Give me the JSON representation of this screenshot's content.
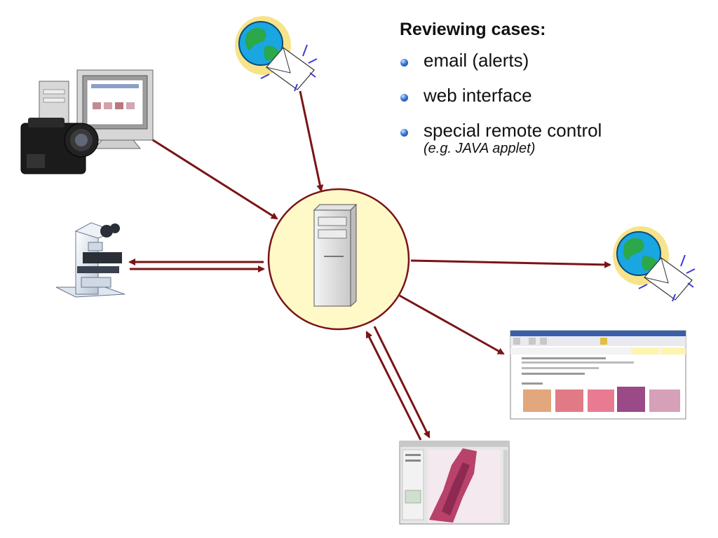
{
  "heading": "Reviewing cases:",
  "bullets": [
    {
      "text": "email (alerts)",
      "sub": ""
    },
    {
      "text": "web interface",
      "sub": ""
    },
    {
      "text": "special remote control",
      "sub": "(e.g. JAVA applet)"
    }
  ],
  "nodes": [
    {
      "id": "server",
      "icon": "server-tower-icon"
    },
    {
      "id": "camera-workstation",
      "icon": "digital-camera-and-computer-icon"
    },
    {
      "id": "email-globe-top",
      "icon": "globe-envelope-icon"
    },
    {
      "id": "microscope",
      "icon": "robotic-microscope-icon"
    },
    {
      "id": "email-globe-right",
      "icon": "globe-envelope-icon"
    },
    {
      "id": "web-interface",
      "icon": "web-case-page-screenshot-icon"
    },
    {
      "id": "remote-control",
      "icon": "java-applet-viewer-screenshot-icon"
    }
  ],
  "connections": [
    {
      "from": "camera-workstation",
      "to": "server",
      "direction": "one-way"
    },
    {
      "from": "email-globe-top",
      "to": "server",
      "direction": "one-way"
    },
    {
      "from": "server",
      "to": "microscope",
      "direction": "two-way"
    },
    {
      "from": "server",
      "to": "email-globe-right",
      "direction": "one-way"
    },
    {
      "from": "server",
      "to": "web-interface",
      "direction": "one-way"
    },
    {
      "from": "server",
      "to": "remote-control",
      "direction": "two-way"
    }
  ],
  "colors": {
    "arrow": "#7a1416",
    "server_circle_fill": "#fff9c8",
    "server_circle_stroke": "#7a1416",
    "bullet": "#2a62c0",
    "globe_land": "#2aa84a",
    "globe_water": "#1aa6e0",
    "envelope_burst": "#3b3bd6"
  }
}
